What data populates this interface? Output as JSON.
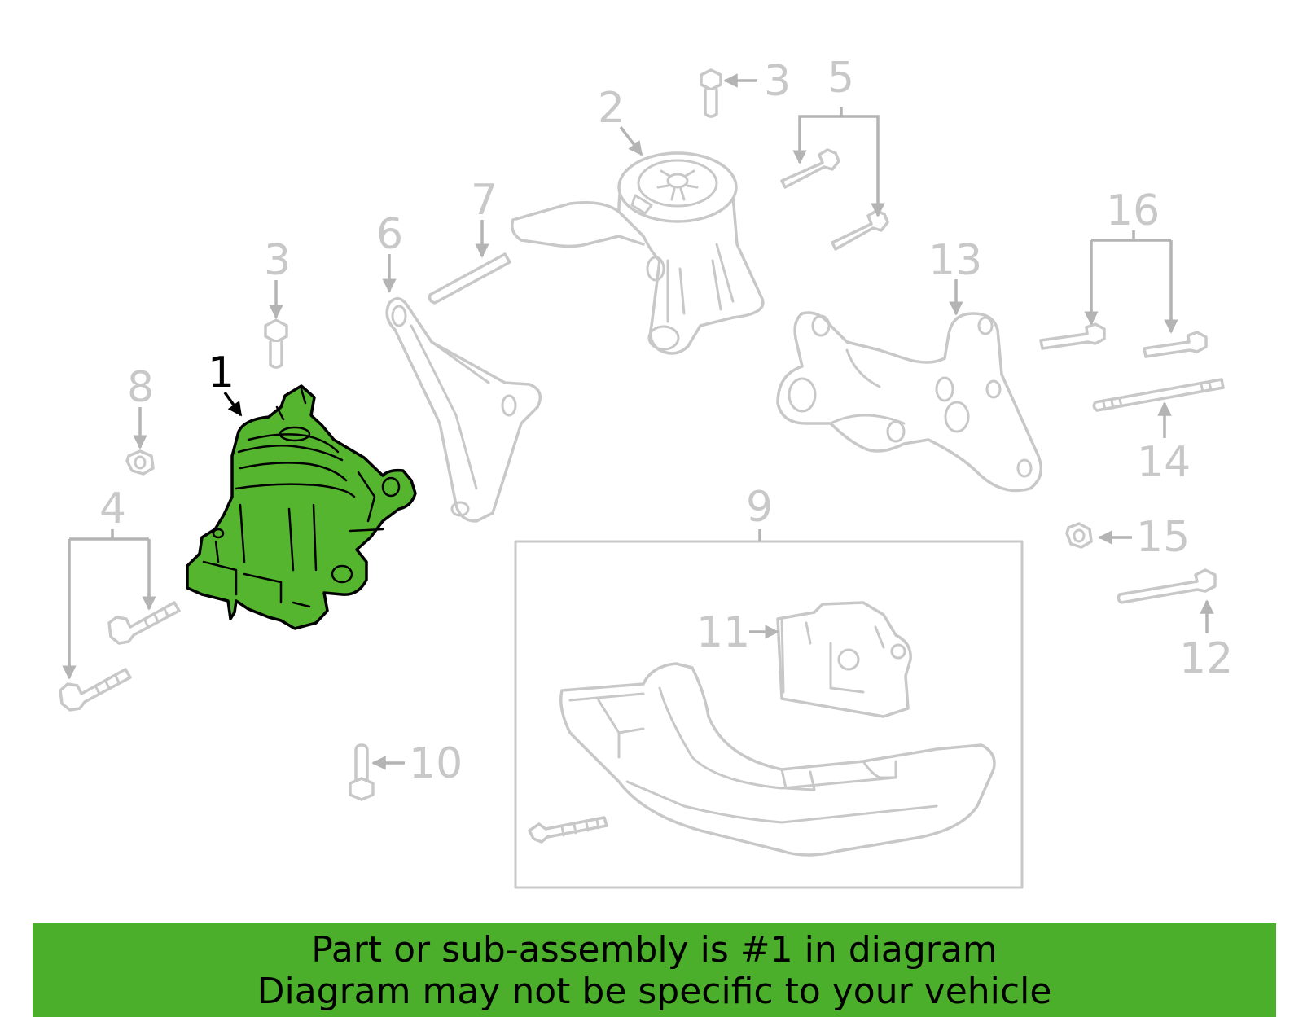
{
  "diagram": {
    "highlight_color": "#55b52f",
    "callouts": {
      "c1": "1",
      "c2": "2",
      "c3a": "3",
      "c3b": "3",
      "c4": "4",
      "c5": "5",
      "c6": "6",
      "c7": "7",
      "c8": "8",
      "c9": "9",
      "c10": "10",
      "c11": "11",
      "c12": "12",
      "c13": "13",
      "c14": "14",
      "c15": "15",
      "c16": "16"
    }
  },
  "banner": {
    "color": "#4caf2b",
    "line1": "Part or sub-assembly is #1 in diagram",
    "line2": "Diagram may not be specific to your vehicle"
  }
}
